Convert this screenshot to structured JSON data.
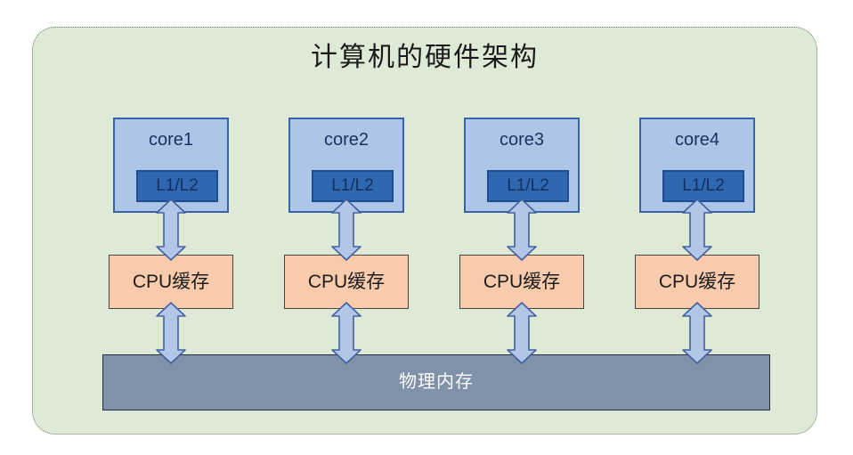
{
  "title": "计算机的硬件架构",
  "columns": [
    {
      "core_label": "core1",
      "l1l2_label": "L1/L2",
      "cache_label": "CPU缓存"
    },
    {
      "core_label": "core2",
      "l1l2_label": "L1/L2",
      "cache_label": "CPU缓存"
    },
    {
      "core_label": "core3",
      "l1l2_label": "L1/L2",
      "cache_label": "CPU缓存"
    },
    {
      "core_label": "core4",
      "l1l2_label": "L1/L2",
      "cache_label": "CPU缓存"
    }
  ],
  "memory_label": "物理内存",
  "icons": {
    "connector": "double-headed-vertical-arrow"
  },
  "colors": {
    "container_fill": "#dfead6",
    "container_border": "#6e7f6e",
    "title_text": "#1a1a1a",
    "core_fill": "#adc5e7",
    "core_border": "#3a62a8",
    "core_text": "#17325e",
    "l1l2_fill": "#2f68b0",
    "l1l2_border": "#1e4c8f",
    "l1l2_text": "#122f5e",
    "cache_fill": "#f8cbad",
    "cache_border": "#454545",
    "cache_text": "#1c1c1c",
    "memory_fill": "#8092aa",
    "memory_border": "#26303e",
    "memory_text": "#fcfcfc",
    "arrow_fill": "#b3c6e7",
    "arrow_border": "#41619f"
  }
}
